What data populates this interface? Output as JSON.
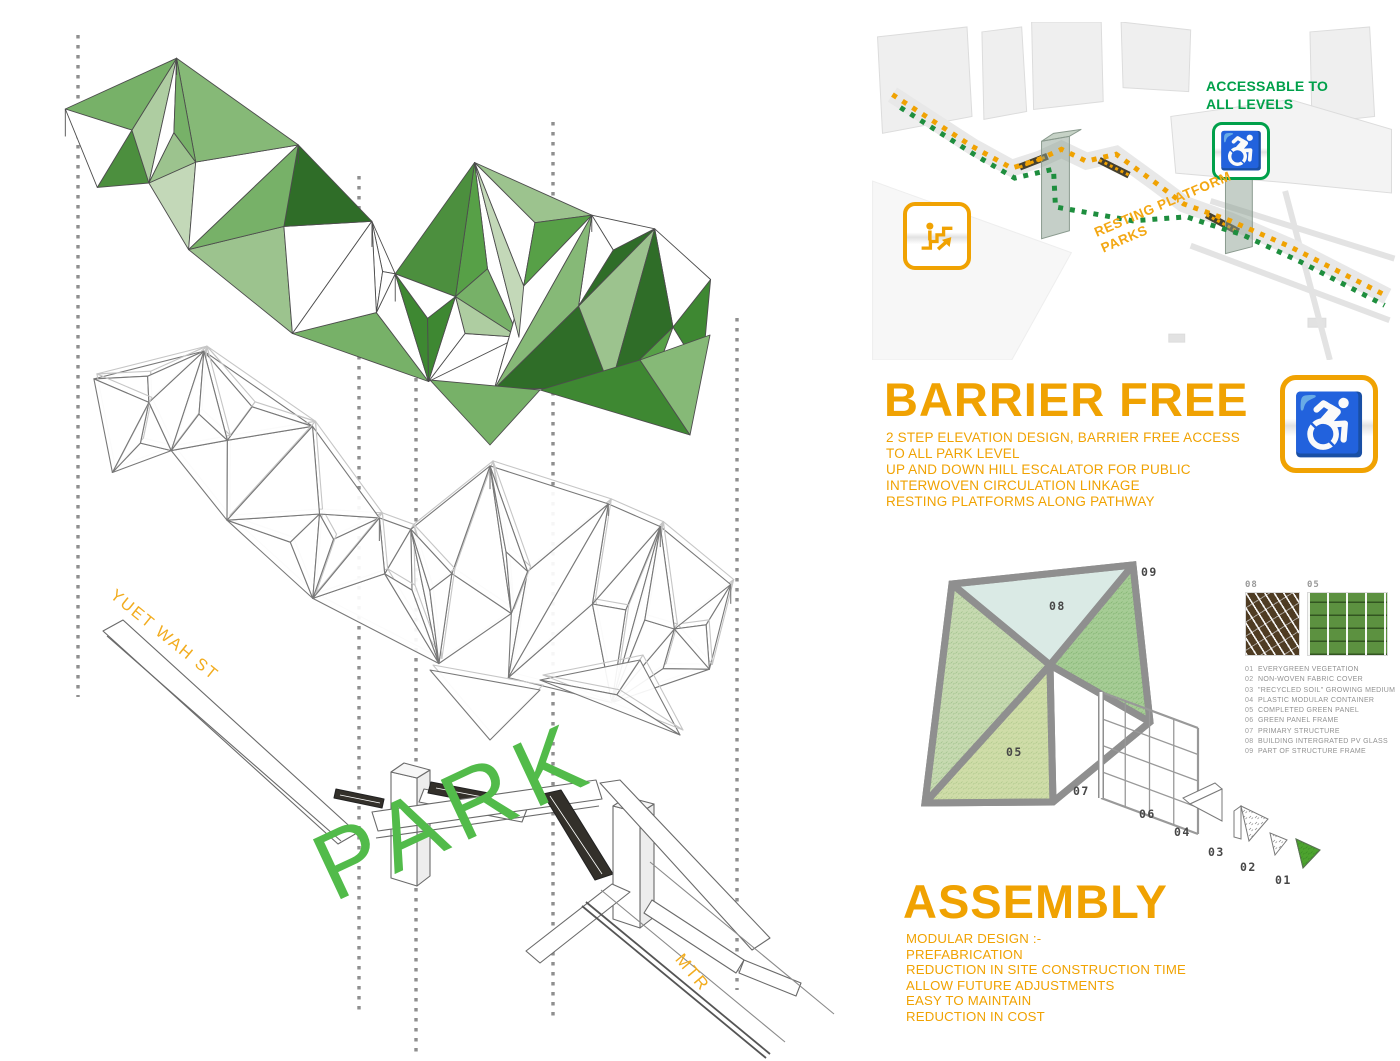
{
  "colors": {
    "orange": "#F0A202",
    "green": "#52BB4A",
    "dark_green": "#00A04A",
    "legend_gray": "#919191"
  },
  "left_diagram": {
    "street_label": "YUET WAH ST",
    "park_label": "PARK",
    "mtr_label": "MTR"
  },
  "site_render": {
    "access_line1": "ACCESSABLE TO",
    "access_line2": "ALL LEVELS",
    "resting_line1": "RESTING PLATFORM",
    "resting_line2": "PARKS",
    "wheelchair_glyph": "♿"
  },
  "barrier_free": {
    "title": "BARRIER FREE",
    "icon_glyph": "♿",
    "lines": [
      "2 STEP ELEVATION DESIGN, BARRIER FREE ACCESS",
      "TO ALL PARK LEVEL",
      "UP AND DOWN HILL ESCALATOR FOR PUBLIC",
      "INTERWOVEN CIRCULATION LINKAGE",
      "RESTING PLATFORMS ALONG PATHWAY"
    ]
  },
  "assembly": {
    "title": "ASSEMBLY",
    "lines": [
      "MODULAR DESIGN :-",
      "PREFABRICATION",
      "REDUCTION IN SITE CONSTRUCTION TIME",
      "ALLOW FUTURE ADJUSTMENTS",
      "EASY TO MAINTAIN",
      "REDUCTION IN COST"
    ],
    "part_labels": [
      "01",
      "02",
      "03",
      "04",
      "05",
      "06",
      "07",
      "08",
      "09"
    ],
    "photo_labels": [
      "08",
      "05"
    ],
    "legend": [
      {
        "num": "01",
        "label": "EVERYGREEN VEGETATION"
      },
      {
        "num": "02",
        "label": "NON-WOVEN FABRIC COVER"
      },
      {
        "num": "03",
        "label": "\"RECYCLED SOIL\" GROWING MEDIUM"
      },
      {
        "num": "04",
        "label": "PLASTIC MODULAR CONTAINER"
      },
      {
        "num": "05",
        "label": "COMPLETED GREEN PANEL"
      },
      {
        "num": "06",
        "label": "GREEN PANEL FRAME"
      },
      {
        "num": "07",
        "label": "PRIMARY STRUCTURE"
      },
      {
        "num": "08",
        "label": "BUILDING INTERGRATED PV GLASS"
      },
      {
        "num": "09",
        "label": "PART OF STRUCTURE FRAME"
      }
    ]
  }
}
